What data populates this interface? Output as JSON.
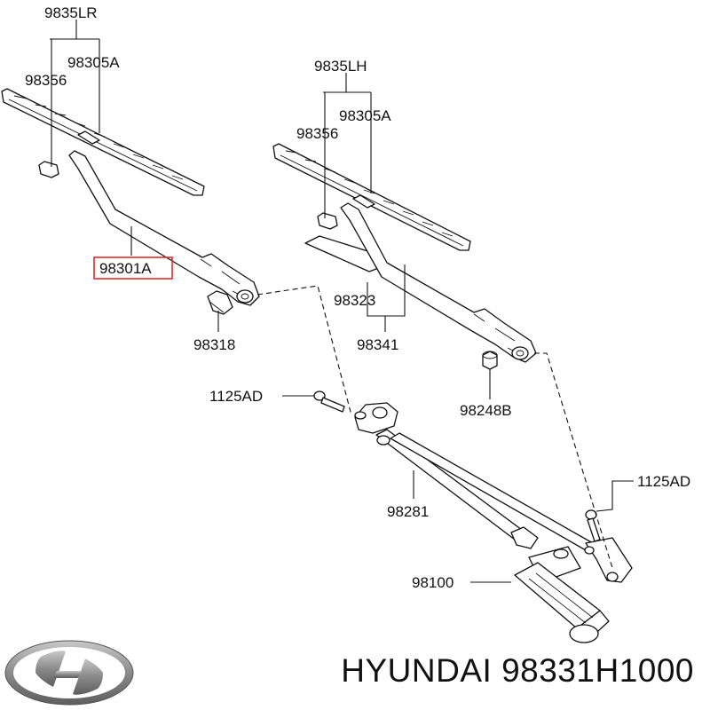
{
  "labels": {
    "blade_set_lr": "9835LR",
    "blade_refill_lr": "98305A",
    "clip_lr": "98356",
    "arm_lr": "98301A",
    "cap_lr": "98318",
    "blade_set_lh": "9835LH",
    "blade_refill_lh": "98305A",
    "clip_lh": "98356",
    "cover_lh": "98323",
    "arm_lh": "98341",
    "nut_lh": "98248B",
    "bolt_left": "1125AD",
    "bolt_right": "1125AD",
    "linkage": "98281",
    "motor": "98100"
  },
  "highlighted_label": "98301A",
  "caption": "HYUNDAI 98331H1000",
  "brand_logo": "Hyundai",
  "colors": {
    "line": "#111111",
    "highlight_border": "#e32b2b",
    "logo_gray": "#8a8a8a"
  }
}
